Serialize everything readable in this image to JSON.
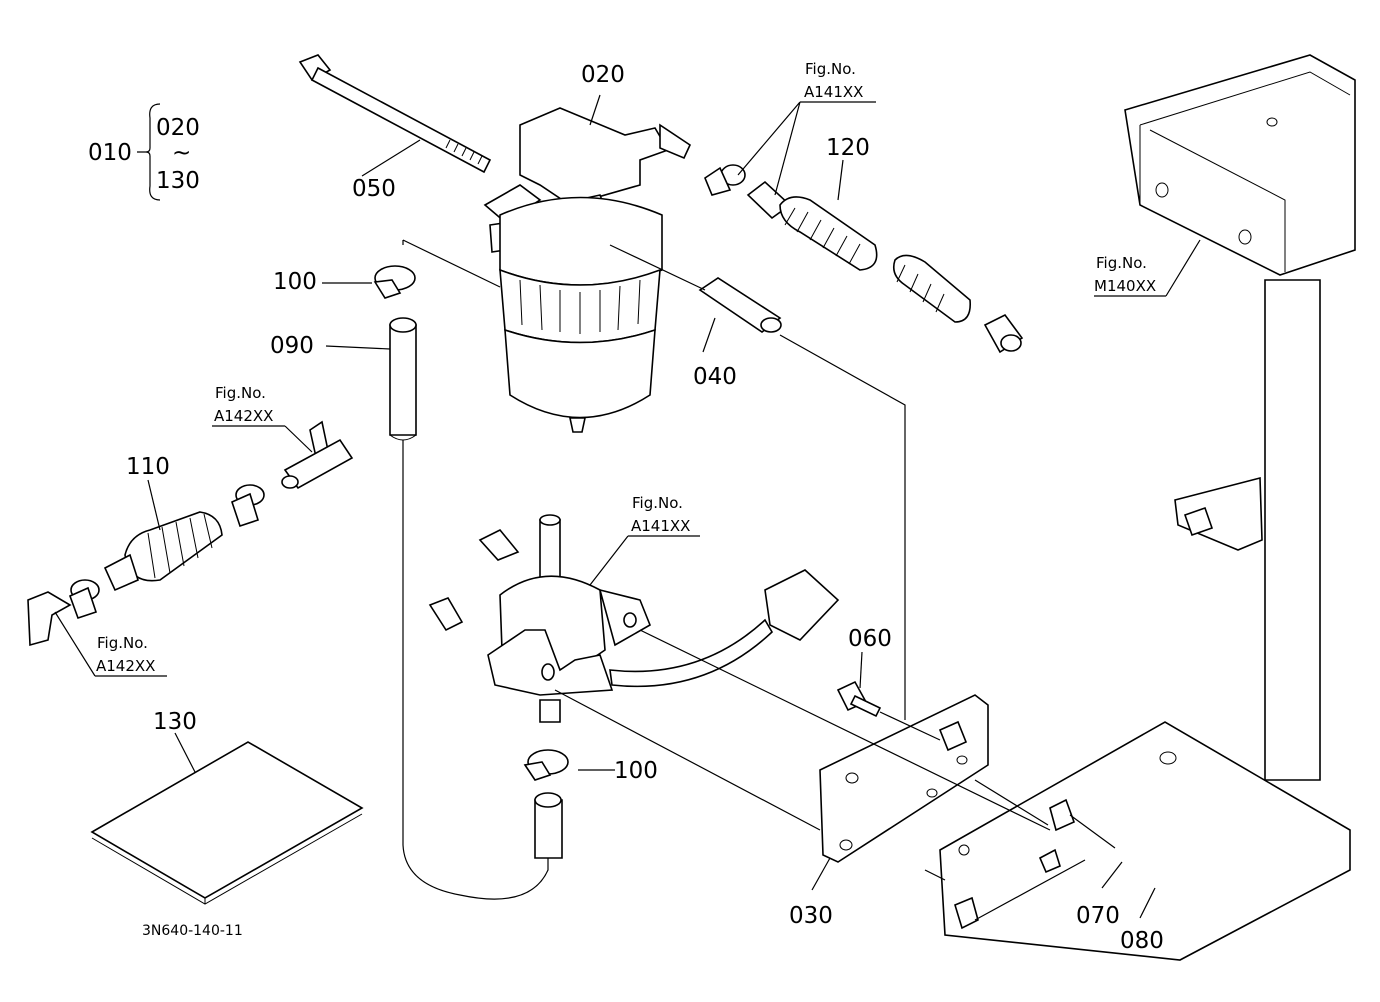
{
  "diagram": {
    "assembly": {
      "code": "010",
      "range_start": "020",
      "range_sep": "~",
      "range_end": "130"
    },
    "parts": [
      {
        "id": "p020",
        "label": "020"
      },
      {
        "id": "p050",
        "label": "050"
      },
      {
        "id": "p120",
        "label": "120"
      },
      {
        "id": "p100a",
        "label": "100"
      },
      {
        "id": "p090",
        "label": "090"
      },
      {
        "id": "p040",
        "label": "040"
      },
      {
        "id": "p110",
        "label": "110"
      },
      {
        "id": "p060",
        "label": "060"
      },
      {
        "id": "p100b",
        "label": "100"
      },
      {
        "id": "p130",
        "label": "130"
      },
      {
        "id": "p030",
        "label": "030"
      },
      {
        "id": "p070",
        "label": "070"
      },
      {
        "id": "p080",
        "label": "080"
      }
    ],
    "figure_refs": [
      {
        "id": "fr1",
        "title": "Fig.No.",
        "number": "A141XX"
      },
      {
        "id": "fr2",
        "title": "Fig.No.",
        "number": "M140XX"
      },
      {
        "id": "fr3",
        "title": "Fig.No.",
        "number": "A142XX"
      },
      {
        "id": "fr4",
        "title": "Fig.No.",
        "number": "A141XX"
      },
      {
        "id": "fr5",
        "title": "Fig.No.",
        "number": "A142XX"
      }
    ],
    "drawing_code": "3N640-140-11"
  }
}
